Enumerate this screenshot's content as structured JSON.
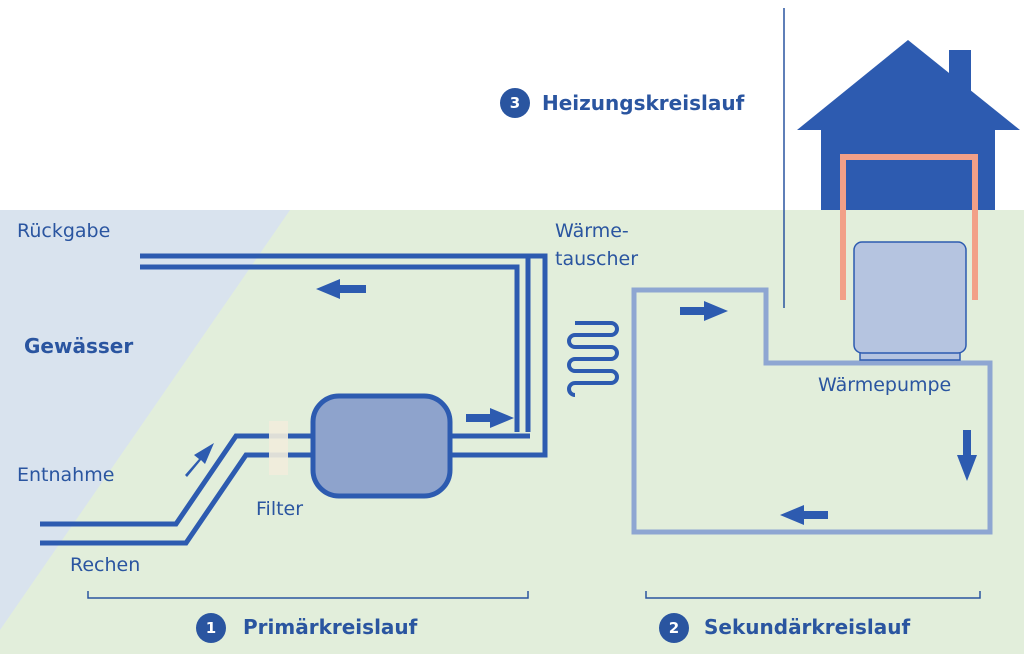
{
  "labels": {
    "rueckgabe": "Rückgabe",
    "gewaesser": "Gewässer",
    "entnahme": "Entnahme",
    "rechen": "Rechen",
    "filter": "Filter",
    "waerme_line1": "Wärme-",
    "waerme_line2": "tauscher",
    "waermepumpe": "Wärmepumpe"
  },
  "circuits": [
    {
      "number": "1",
      "name": "Primärkreislauf"
    },
    {
      "number": "2",
      "name": "Sekundärkreislauf"
    },
    {
      "number": "3",
      "name": "Heizungskreislauf"
    }
  ],
  "colors": {
    "primary_blue": "#2a55a0",
    "pipe_blue": "#2d5bb0",
    "secondary_loop": "#8ea6d2",
    "heating_loop": "#f2a088",
    "ground_green": "#e2eedb",
    "water_area": "#d9e3ee",
    "filter_box": "#8ea3cc",
    "pump_box": "#b5c4e0"
  }
}
